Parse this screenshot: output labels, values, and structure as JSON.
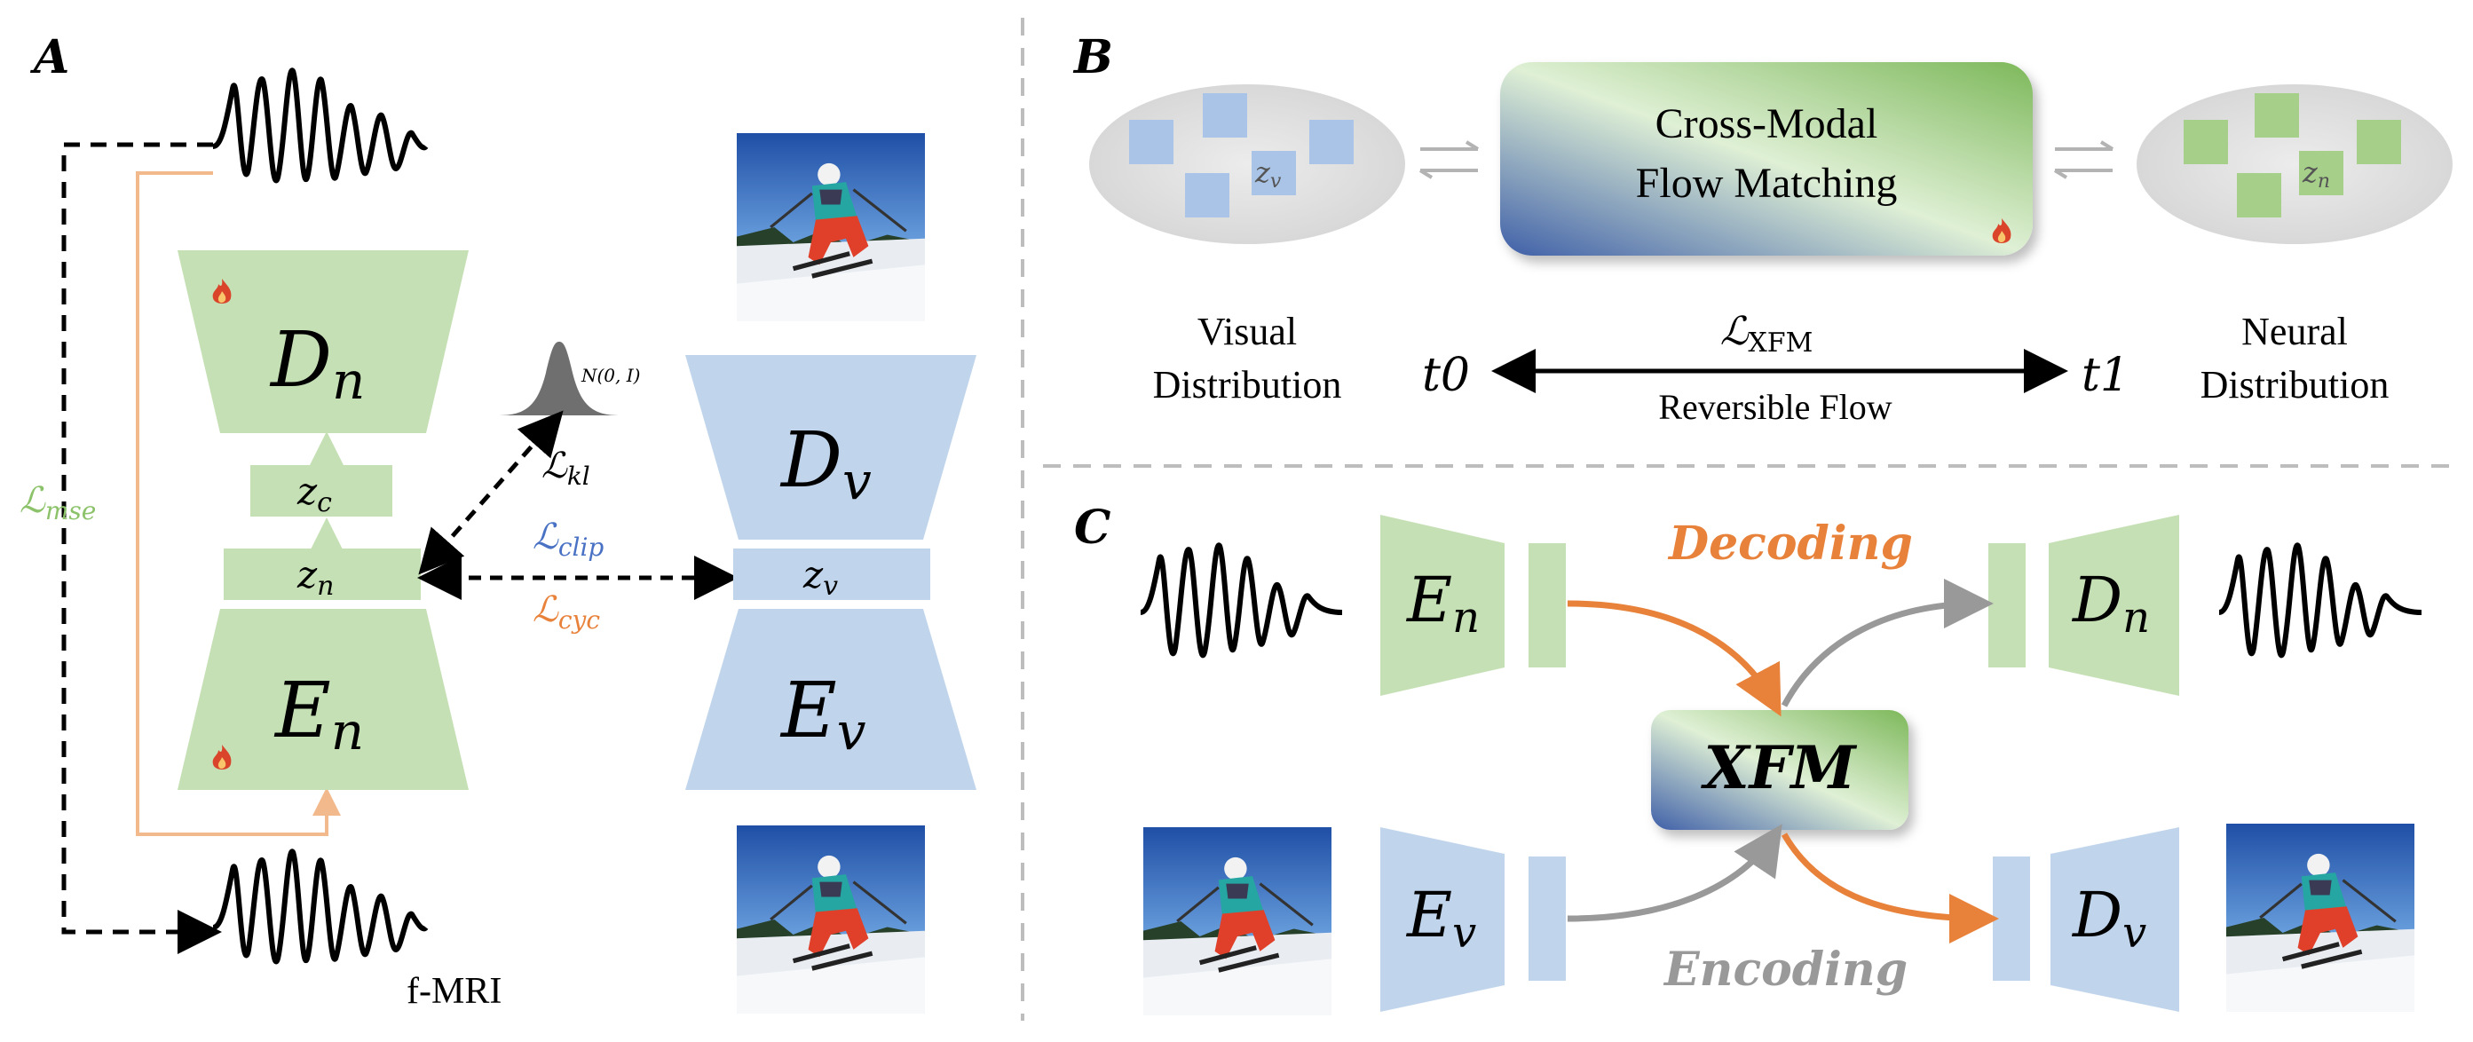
{
  "panels": {
    "a": {
      "letter": "A"
    },
    "b": {
      "letter": "B"
    },
    "c": {
      "letter": "C"
    }
  },
  "panel_a": {
    "fmri_label": "f-MRI",
    "neural_decoder": {
      "name": "D",
      "sub": "n"
    },
    "neural_encoder": {
      "name": "E",
      "sub": "n"
    },
    "latent_c": {
      "name": "z",
      "sub": "c"
    },
    "latent_n": {
      "name": "z",
      "sub": "n"
    },
    "visual_decoder": {
      "name": "D",
      "sub": "v"
    },
    "visual_encoder": {
      "name": "E",
      "sub": "v"
    },
    "latent_v": {
      "name": "z",
      "sub": "v"
    },
    "gaussian_label": "N(0, I)",
    "loss_mse": {
      "name": "ℒ",
      "sub": "mse"
    },
    "loss_kl": {
      "name": "ℒ",
      "sub": "kl"
    },
    "loss_clip": {
      "name": "ℒ",
      "sub": "clip"
    },
    "loss_cyc": {
      "name": "ℒ",
      "sub": "cyc"
    }
  },
  "panel_b": {
    "flow_box": {
      "line1": "Cross-Modal",
      "line2": "Flow Matching"
    },
    "visual_latent": {
      "name": "z",
      "sub": "v"
    },
    "neural_latent": {
      "name": "z",
      "sub": "n"
    },
    "visual_dist": {
      "line1": "Visual",
      "line2": "Distribution"
    },
    "neural_dist": {
      "line1": "Neural",
      "line2": "Distribution"
    },
    "loss_xfm": {
      "name": "ℒ",
      "sub": "XFM"
    },
    "t_start": "t0",
    "t_end": "t1",
    "flow_label": "Reversible Flow"
  },
  "panel_c": {
    "decoding_label": "Decoding",
    "encoding_label": "Encoding",
    "xfm_label": "XFM",
    "neural_encoder": {
      "name": "E",
      "sub": "n"
    },
    "neural_decoder": {
      "name": "D",
      "sub": "n"
    },
    "visual_encoder": {
      "name": "E",
      "sub": "v"
    },
    "visual_decoder": {
      "name": "D",
      "sub": "v"
    }
  },
  "colors": {
    "neural_green": "#c5e0b4",
    "visual_blue": "#c0d5ec",
    "decoding_orange": "#e8823a",
    "encoding_gray": "#999999",
    "mse_green": "#8cc36a",
    "clip_blue": "#4a72c4",
    "cyc_orange": "#e8823a",
    "fmri_arrow": "#f2b98c"
  }
}
